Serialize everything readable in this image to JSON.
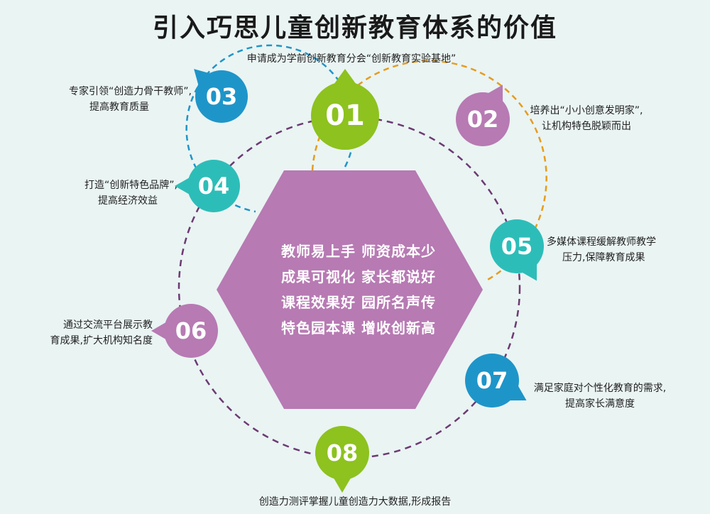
{
  "title": "引入巧思儿童创新教育体系的价值",
  "center_lines": [
    "教师易上手  师资成本少",
    "成果可视化  家长都说好",
    "课程效果好  园所名声传",
    "特色园本课  增收创新高"
  ],
  "colors": {
    "green": "#8dc21f",
    "purple": "#b77ab3",
    "blue": "#1e95c9",
    "teal": "#2dbdb8",
    "orange": "#e59c1e",
    "ring": "#6c3a73",
    "hexagon": "#b77ab3"
  },
  "nodes": [
    {
      "num": "01",
      "color": "green",
      "lines": [
        "申请成为学前创新教育分会“创新教育实验基地”"
      ]
    },
    {
      "num": "02",
      "color": "purple",
      "lines": [
        "培养出“小小创意发明家”,",
        "让机构特色脱颖而出"
      ]
    },
    {
      "num": "03",
      "color": "blue",
      "lines": [
        "专家引领“创造力骨干教师”,",
        "提高教育质量"
      ]
    },
    {
      "num": "04",
      "color": "teal",
      "lines": [
        "打造“创新特色品牌”,",
        "提高经济效益"
      ]
    },
    {
      "num": "05",
      "color": "teal",
      "lines": [
        "多媒体课程缓解教师教学",
        "压力,保障教育成果"
      ]
    },
    {
      "num": "06",
      "color": "purple",
      "lines": [
        "通过交流平台展示教",
        "育成果,扩大机构知名度"
      ]
    },
    {
      "num": "07",
      "color": "blue",
      "lines": [
        "满足家庭对个性化教育的需求,",
        "提高家长满意度"
      ]
    },
    {
      "num": "08",
      "color": "green",
      "lines": [
        "创造力测评掌握儿童创造力大数据,形成报告"
      ]
    }
  ]
}
